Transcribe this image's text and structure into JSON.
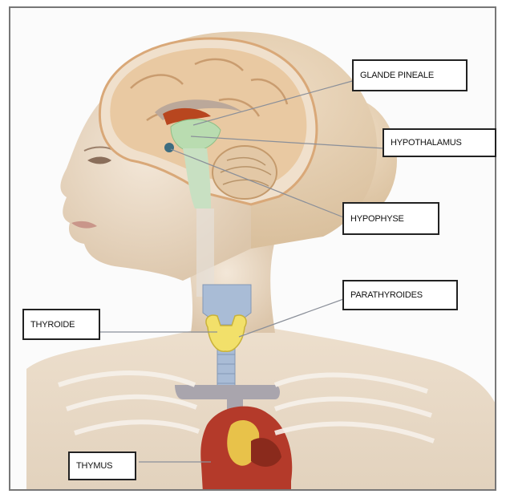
{
  "labels": {
    "glande_pineale": "GLANDE PINEALE",
    "hypothalamus": "HYPOTHALAMUS",
    "hypophyse": "HYPOPHYSE",
    "parathyroides": "PARATHYROIDES",
    "thyroide": "THYROIDE",
    "thymus": "THYMUS"
  },
  "colors": {
    "frame_border": "#777777",
    "skin": "#eadbc7",
    "brain": "#e9c9a2",
    "hypothalamus_green": "#b9dcb0",
    "pineal_red": "#b8461f",
    "thyroid_yellow": "#f2e06a",
    "trachea_blue": "#a9bcd6",
    "heart_red": "#b43a2a",
    "leader_line": "#8a8f99"
  }
}
